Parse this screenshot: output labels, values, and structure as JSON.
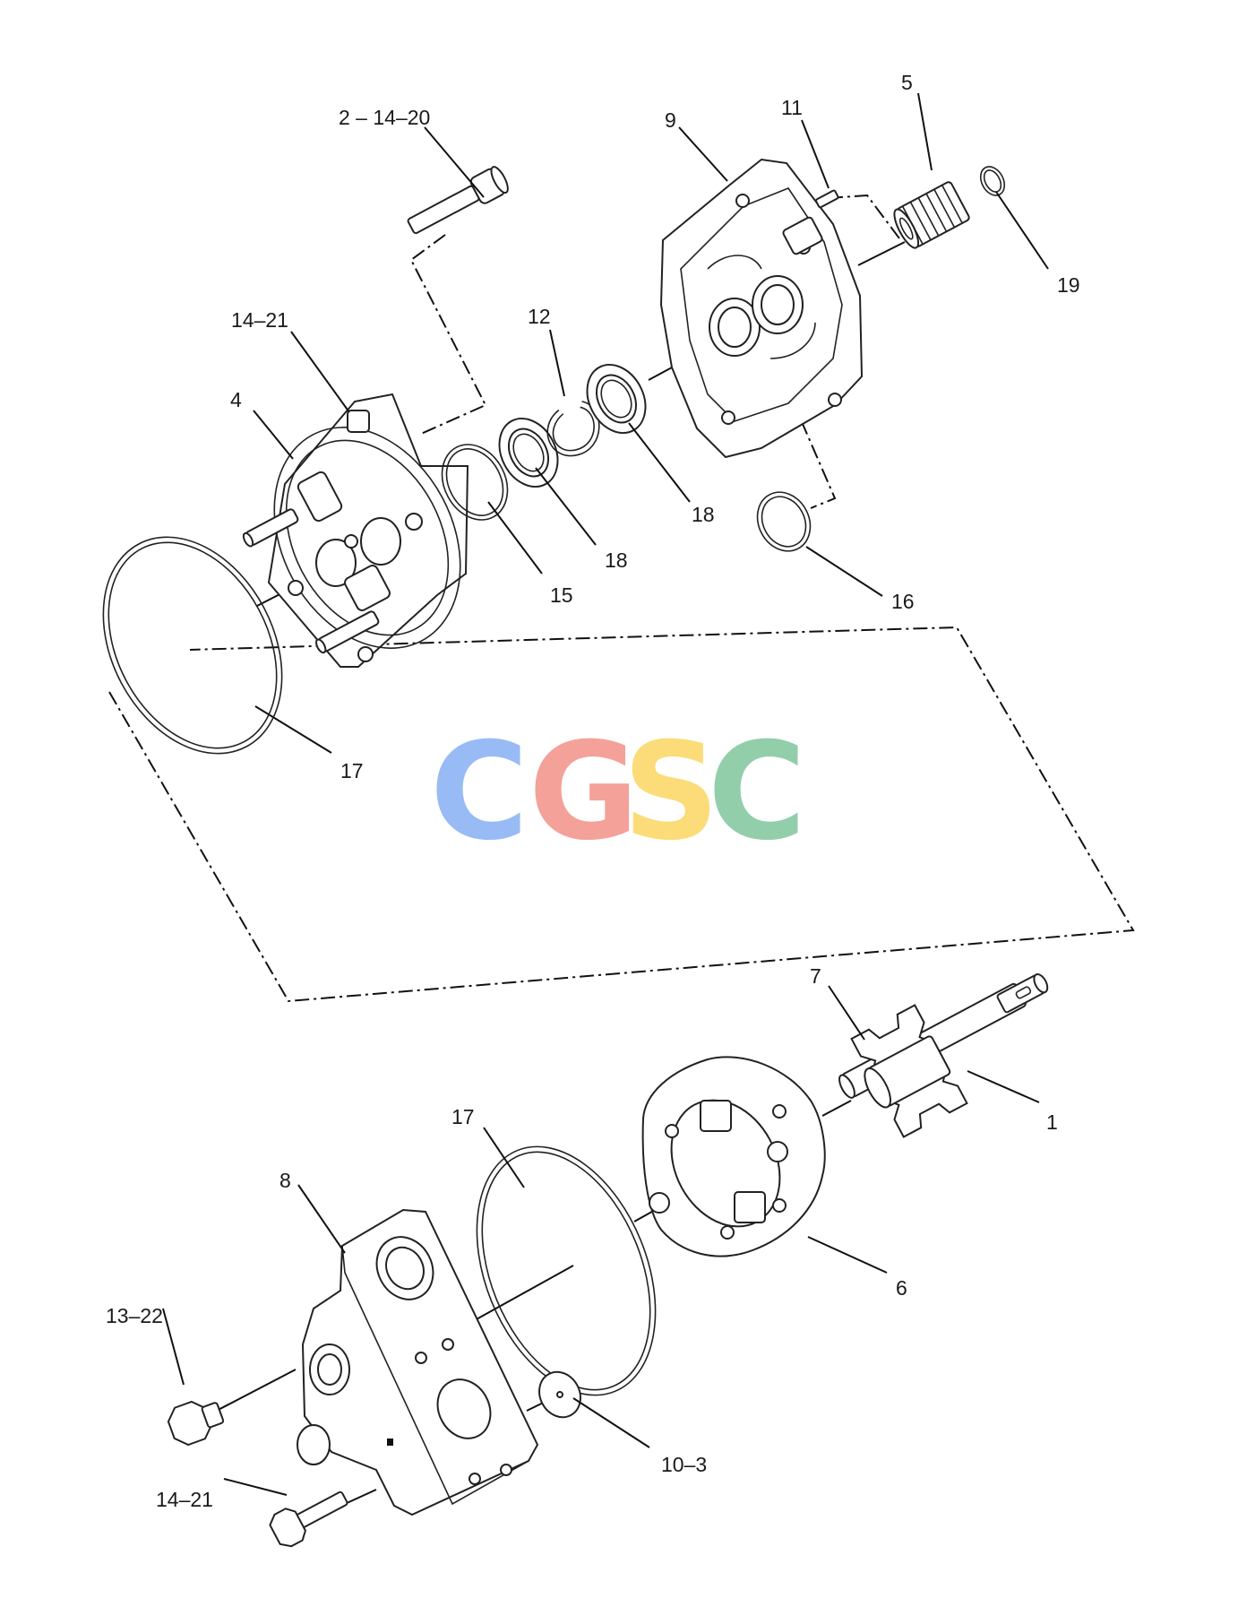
{
  "callouts": {
    "c_2_14_20": "2 – 14–20",
    "c_14_21_top": "14–21",
    "c_4": "4",
    "c_12": "12",
    "c_9": "9",
    "c_11": "11",
    "c_5": "5",
    "c_19": "19",
    "c_18_a": "18",
    "c_18_b": "18",
    "c_15": "15",
    "c_16": "16",
    "c_17_top": "17",
    "c_7": "7",
    "c_1": "1",
    "c_17_bottom": "17",
    "c_8": "8",
    "c_6": "6",
    "c_13_22": "13–22",
    "c_10_3": "10–3",
    "c_14_21_bottom": "14–21"
  },
  "watermark": {
    "letters": [
      "C",
      "G",
      "S",
      "C"
    ],
    "colors": [
      "#8fb4f5",
      "#f2978f",
      "#fbd96a",
      "#87c9a1"
    ]
  }
}
